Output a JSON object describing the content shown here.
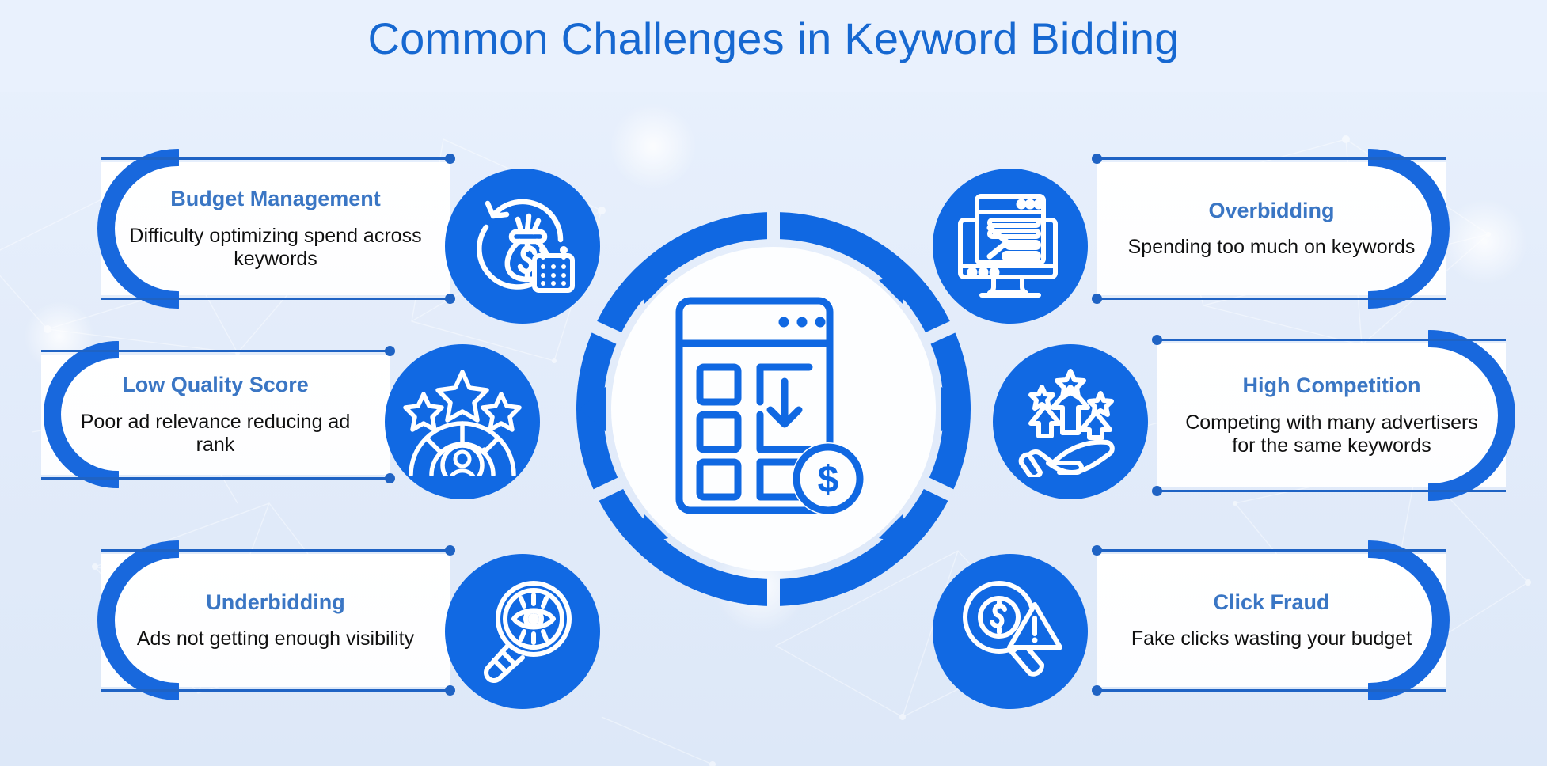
{
  "page": {
    "title": "Common Challenges in Keyword Bidding",
    "colors": {
      "brand_blue": "#1169e3",
      "title_blue": "#1668d1",
      "card_title_blue": "#3a76c4",
      "line_blue": "#1f63c4",
      "background": "#e3ecfa",
      "card_background": "#ffffff",
      "body_text": "#101010"
    }
  },
  "center": {
    "icon_name": "ad-dashboard-dollar-icon",
    "ring_name": "segmented-gear-ring"
  },
  "cards": [
    {
      "id": "budget-management",
      "side": "left",
      "title": "Budget Management",
      "description": "Difficulty optimizing spend across keywords",
      "icon_name": "money-bag-calendar-icon"
    },
    {
      "id": "low-quality-score",
      "side": "left",
      "title": "Low Quality Score",
      "description": "Poor ad relevance reducing ad rank",
      "icon_name": "star-gauge-rating-icon"
    },
    {
      "id": "underbidding",
      "side": "left",
      "title": "Underbidding",
      "description": "Ads not getting enough visibility",
      "icon_name": "magnifier-eye-icon"
    },
    {
      "id": "overbidding",
      "side": "right",
      "title": "Overbidding",
      "description": "Spending too much on keywords",
      "icon_name": "monitor-ad-code-icon"
    },
    {
      "id": "high-competition",
      "side": "right",
      "title": "High Competition",
      "description": "Competing with many advertisers for the same keywords",
      "icon_name": "hand-rising-arrows-stars-icon"
    },
    {
      "id": "click-fraud",
      "side": "right",
      "title": "Click Fraud",
      "description": "Fake clicks wasting your budget",
      "icon_name": "magnifier-dollar-warning-icon"
    }
  ]
}
